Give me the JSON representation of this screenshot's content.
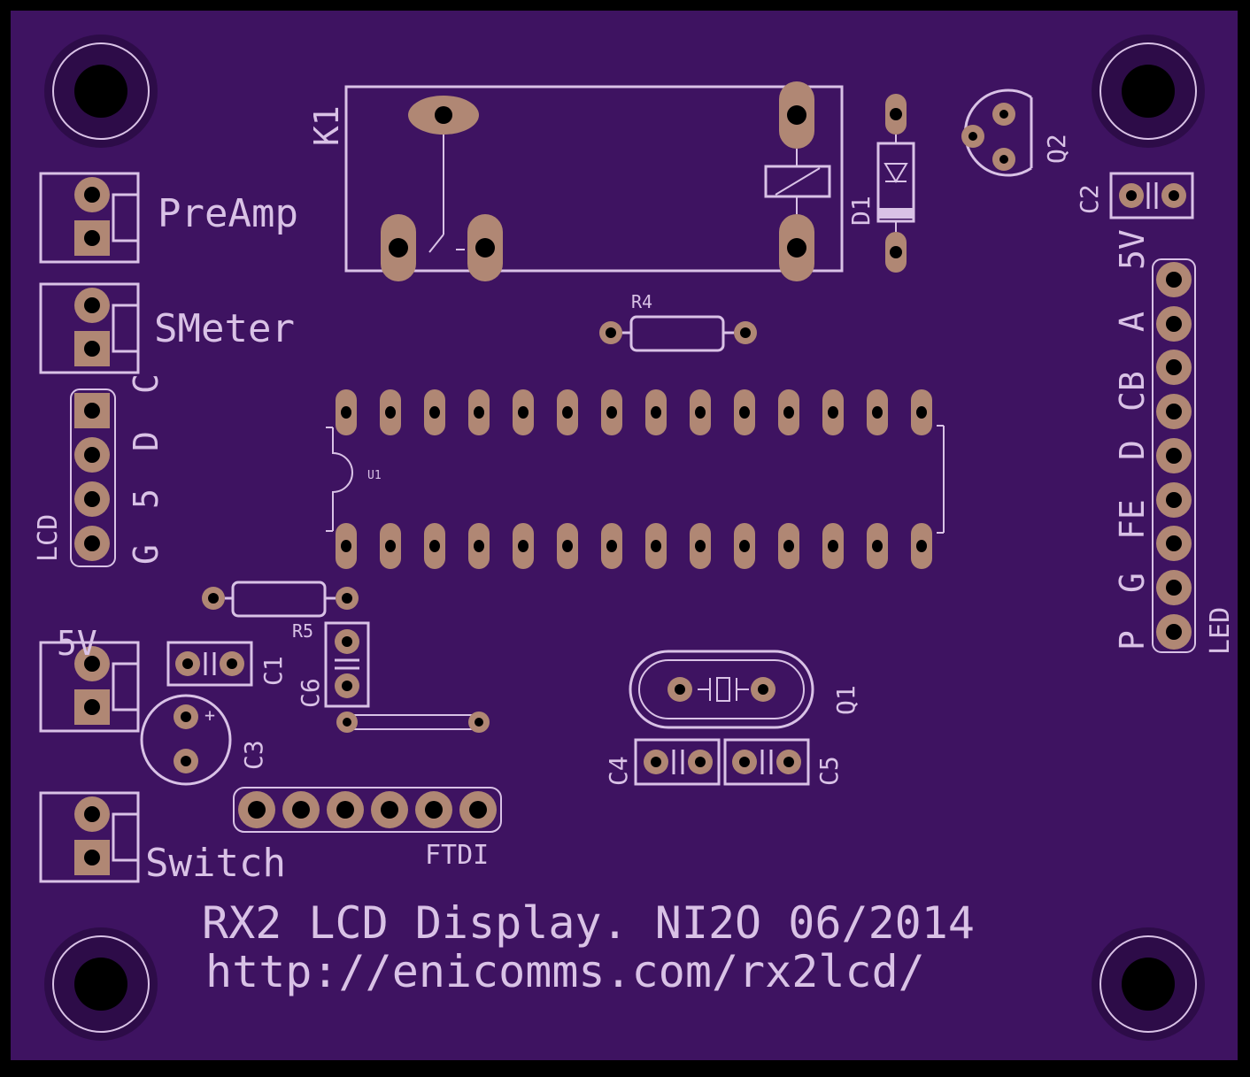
{
  "board": {
    "colors": {
      "background": "#3e1361",
      "silkscreen": "#d9c2e6",
      "copper": "#b08774",
      "outline": "#000000"
    },
    "title_line1": "RX2 LCD Display. NI2O 06/2014",
    "title_line2": "http://enicomms.com/rx2lcd/"
  },
  "labels": {
    "k1": "K1",
    "d1": "D1",
    "q2": "Q2",
    "c2": "C2",
    "five_v_right": "5V",
    "a": "A",
    "cb": "CB",
    "d_right": "D",
    "fe": "FE",
    "g_right": "G",
    "p": "P",
    "led": "LED",
    "preamp": "PreAmp",
    "smeter": "SMeter",
    "c_left": "C",
    "d_left": "D",
    "five_left": "5",
    "g_left": "G",
    "lcd": "LCD",
    "r4": "R4",
    "u1": "U1",
    "r5": "R5",
    "five_v_left": "5V",
    "c1": "C1",
    "c6": "C6",
    "c3": "C3",
    "c3_plus": "+",
    "q1": "Q1",
    "c4": "C4",
    "c5": "C5",
    "switch": "Switch",
    "ftdi": "FTDI"
  }
}
